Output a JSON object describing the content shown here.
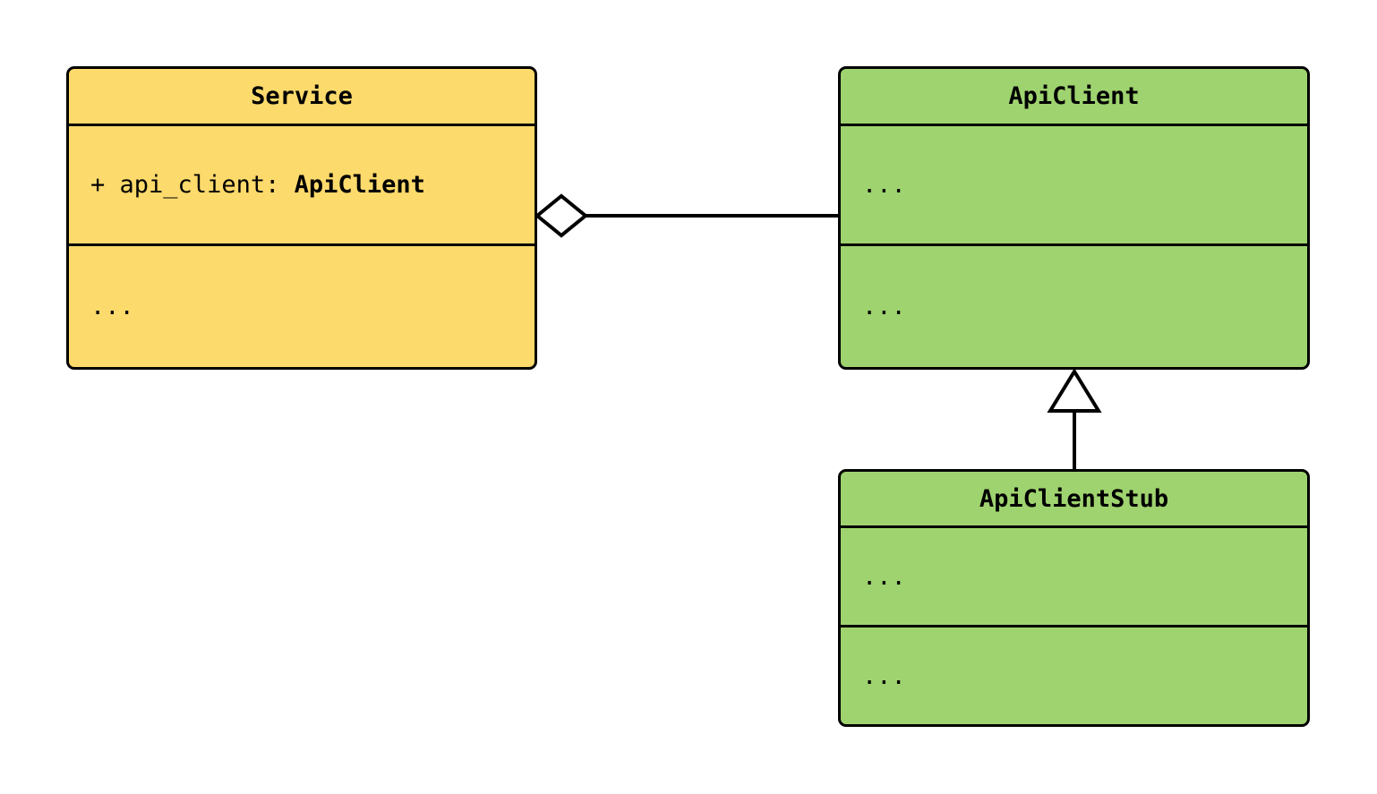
{
  "diagram": {
    "type": "uml-class-diagram",
    "background": "#ffffff",
    "stroke": "#000000",
    "colors": {
      "service_fill": "#fdda6c",
      "client_fill": "#9fd36f",
      "line": "#000000",
      "marker_fill": "#ffffff"
    }
  },
  "classes": {
    "service": {
      "name": "Service",
      "fill": "#fdda6c",
      "attributes": {
        "visibility": "+",
        "field": "api_client:",
        "type": "ApiClient"
      },
      "operations": "..."
    },
    "api_client": {
      "name": "ApiClient",
      "fill": "#9fd36f",
      "attributes": "...",
      "operations": "..."
    },
    "api_client_stub": {
      "name": "ApiClientStub",
      "fill": "#9fd36f",
      "attributes": "...",
      "operations": "..."
    }
  },
  "relationships": [
    {
      "id": "aggregation",
      "kind": "aggregation",
      "marker": "hollow-diamond",
      "from": "Service",
      "to": "ApiClient",
      "label": ""
    },
    {
      "id": "generalization",
      "kind": "generalization",
      "marker": "hollow-triangle",
      "from": "ApiClientStub",
      "to": "ApiClient",
      "label": ""
    }
  ]
}
